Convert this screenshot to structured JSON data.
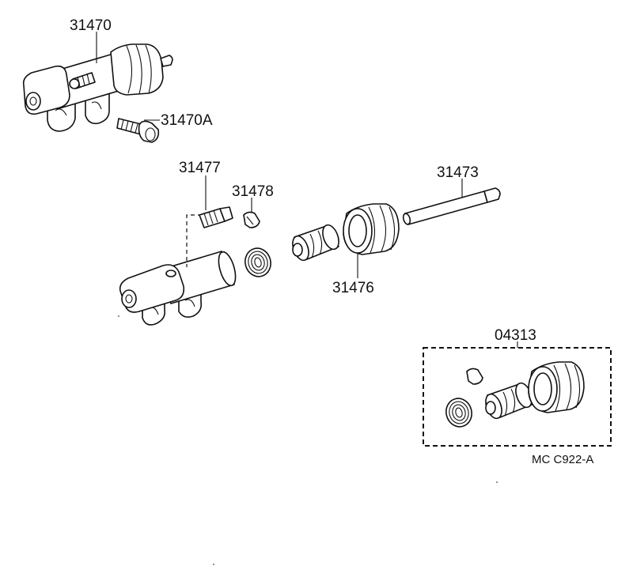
{
  "labels": {
    "cylinder_assy": "31470",
    "bleeder_plug": "31470A",
    "bleeder_screw": "31477",
    "bleeder_cap": "31478",
    "push_rod": "31473",
    "boot": "31476",
    "repair_kit": "04313",
    "figure_ref": "MC  C922-A"
  }
}
